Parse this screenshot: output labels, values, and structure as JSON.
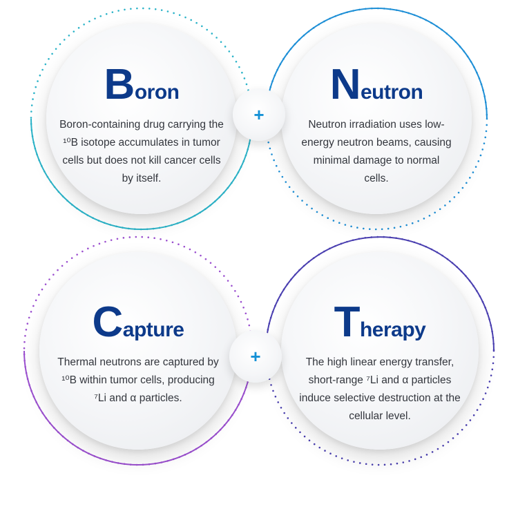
{
  "cards": [
    {
      "initial": "B",
      "rest": "oron",
      "text": "Boron-containing drug carrying the ¹⁰B isotope accumulates in tumor cells but does not kill cancer cells by itself."
    },
    {
      "initial": "N",
      "rest": "eutron",
      "text": "Neutron irradiation uses low-energy neutron beams, causing minimal damage to normal cells."
    },
    {
      "initial": "C",
      "rest": "apture",
      "text": "Thermal neutrons are captured by ¹⁰B within tumor cells, producing ⁷Li and α particles."
    },
    {
      "initial": "T",
      "rest": "herapy",
      "text": "The high linear energy transfer, short-range ⁷Li and α particles induce selective destruction at the cellular level."
    }
  ],
  "connectors": [
    "+",
    "+"
  ],
  "colors": {
    "title": "#0d3a8a",
    "boron_ring": "#2bb3c8",
    "neutron_ring": "#1e8fd6",
    "capture_ring": "#9b4fcf",
    "therapy_ring": "#4a3fb0",
    "plus": "#1591d6"
  }
}
